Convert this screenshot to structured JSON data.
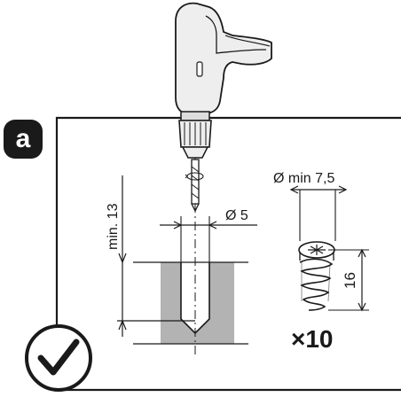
{
  "step_label": "a",
  "drill_depth_label": "min. 13",
  "hole_diameter_label": "Ø 5",
  "screw_diameter_label": "Ø min 7,5",
  "screw_length_label": "16",
  "quantity_label": "×10",
  "colors": {
    "line": "#1a1a1a",
    "hole_fill": "#b3b3b3",
    "drill_body": "#eeeeee",
    "drill_handle": "#d2d2d2",
    "badge": "#1a1a1a",
    "background": "#ffffff"
  },
  "icons": {
    "check": "checkmark-circle-icon",
    "drill": "power-drill-icon",
    "screw": "cam-screw-icon"
  }
}
